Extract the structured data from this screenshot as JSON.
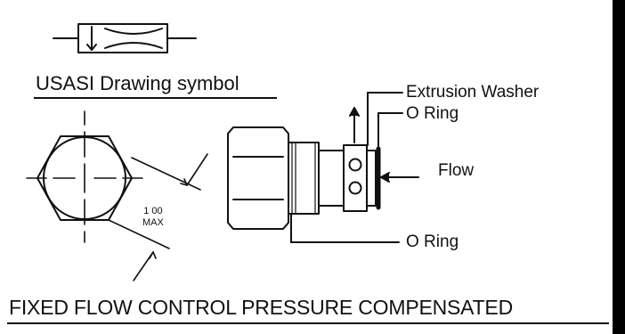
{
  "symbol_caption": "USASI Drawing symbol",
  "callouts": {
    "extrusion_washer": "Extrusion Washer",
    "o_ring_top": "O Ring",
    "flow": "Flow",
    "o_ring_bottom": "O Ring"
  },
  "dimension": {
    "value": "1 00",
    "unit": "MAX"
  },
  "title": "FIXED FLOW CONTROL PRESSURE COMPENSATED"
}
